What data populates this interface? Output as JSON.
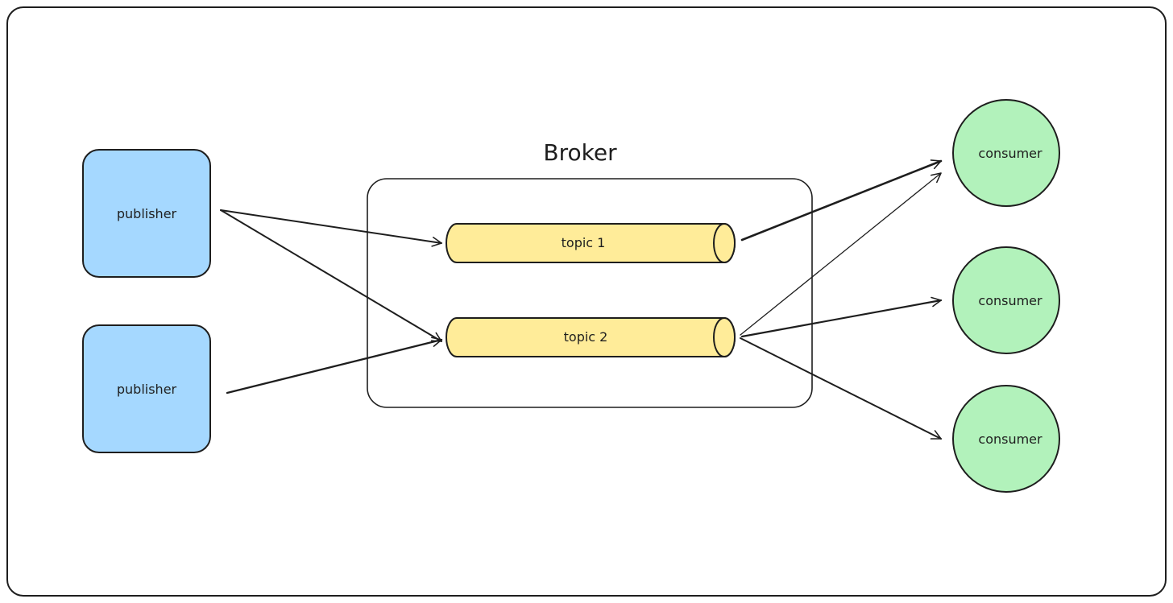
{
  "diagram": {
    "broker_title": "Broker",
    "publishers": [
      {
        "label": "publisher"
      },
      {
        "label": "publisher"
      }
    ],
    "topics": [
      {
        "label": "topic 1"
      },
      {
        "label": "topic 2"
      }
    ],
    "consumers": [
      {
        "label": "consumer"
      },
      {
        "label": "consumer"
      },
      {
        "label": "consumer"
      }
    ]
  },
  "colors": {
    "publisher_fill": "#a5d8ff",
    "topic_fill": "#ffec99",
    "consumer_fill": "#b2f2bb",
    "stroke": "#1e1e1e"
  }
}
